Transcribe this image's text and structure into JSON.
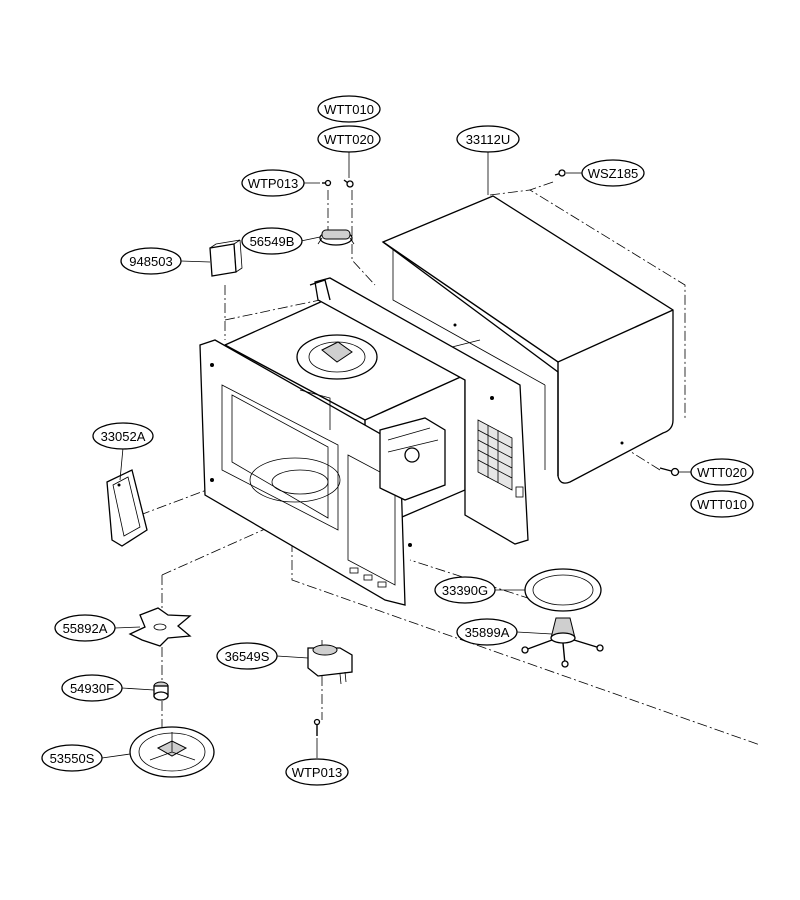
{
  "parts": [
    {
      "id": "wtt010_top",
      "code": "WTT010"
    },
    {
      "id": "wtt020_top",
      "code": "WTT020"
    },
    {
      "id": "33112u",
      "code": "33112U"
    },
    {
      "id": "wtp013_top",
      "code": "WTP013"
    },
    {
      "id": "wsz185",
      "code": "WSZ185"
    },
    {
      "id": "56549b",
      "code": "56549B"
    },
    {
      "id": "948503",
      "code": "948503"
    },
    {
      "id": "33052a",
      "code": "33052A"
    },
    {
      "id": "wtt020_right",
      "code": "WTT020"
    },
    {
      "id": "wtt010_right",
      "code": "WTT010"
    },
    {
      "id": "33390g",
      "code": "33390G"
    },
    {
      "id": "35899a",
      "code": "35899A"
    },
    {
      "id": "55892a",
      "code": "55892A"
    },
    {
      "id": "36549s",
      "code": "36549S"
    },
    {
      "id": "54930f",
      "code": "54930F"
    },
    {
      "id": "53550s",
      "code": "53550S"
    },
    {
      "id": "wtp013_bottom",
      "code": "WTP013"
    }
  ]
}
